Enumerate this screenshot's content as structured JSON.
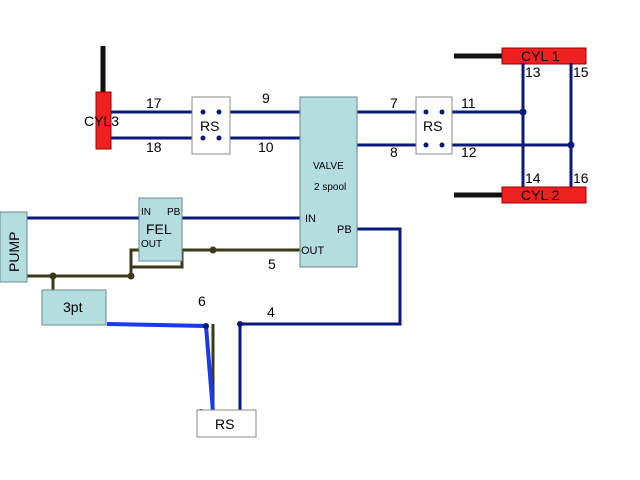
{
  "colors": {
    "wire_blue": "#0a1a7a",
    "wire_dark": "#3a3a1a",
    "highlight_blue": "#1a3aee",
    "component_fill": "#b4dde0",
    "rs_fill": "#ffffff",
    "cylinder_red": "#ee2020",
    "rod": "#111111"
  },
  "components": {
    "cyl3": {
      "label": "CYL3"
    },
    "cyl1": {
      "label": "CYL 1"
    },
    "cyl2": {
      "label": "CYL 2"
    },
    "rs_left": {
      "label": "RS"
    },
    "rs_right": {
      "label": "RS"
    },
    "rs_bottom": {
      "label": "RS"
    },
    "valve": {
      "label": "VALVE",
      "sublabel": "2 spool",
      "port_in": "IN",
      "port_pb": "PB",
      "port_out": "OUT"
    },
    "fel": {
      "label": "FEL",
      "port_in": "IN",
      "port_pb": "PB",
      "port_out": "OUT"
    },
    "pump": {
      "label": "PUMP"
    },
    "threept": {
      "label": "3pt"
    }
  },
  "wire_numbers": {
    "w4": "4",
    "w5": "5",
    "w6": "6",
    "w7": "7",
    "w8": "8",
    "w9": "9",
    "w10": "10",
    "w11": "11",
    "w12": "12",
    "w13": "13",
    "w14": "14",
    "w15": "15",
    "w16": "16",
    "w17": "17",
    "w18": "18"
  }
}
